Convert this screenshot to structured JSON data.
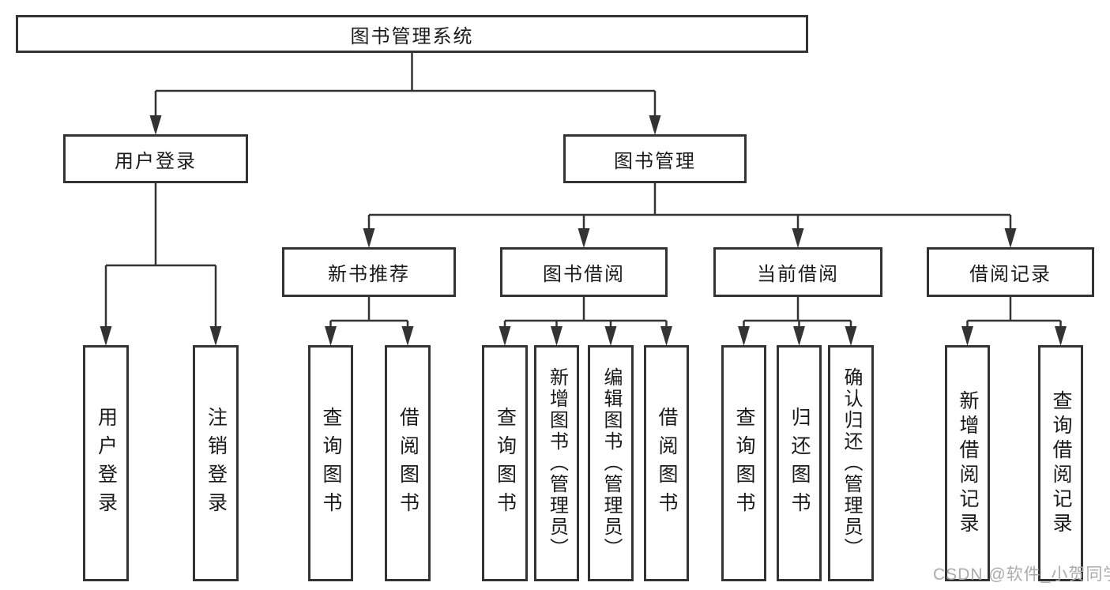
{
  "diagram_title": "图书管理系统",
  "watermark": "CSDN @软件_小贺同学",
  "colors": {
    "line": "#333333",
    "box_border": "#333333",
    "text": "#1a1a1a",
    "watermark": "#ababab",
    "background": "#ffffff"
  },
  "nodes": {
    "root": {
      "label": "图书管理系统"
    },
    "user_login": {
      "label": "用户登录"
    },
    "book_mgmt": {
      "label": "图书管理"
    },
    "new_books": {
      "label": "新书推荐"
    },
    "book_borrow": {
      "label": "图书借阅"
    },
    "current_borrow": {
      "label": "当前借阅"
    },
    "borrow_records": {
      "label": "借阅记录"
    },
    "leaf_user_login": {
      "label": "用户登录"
    },
    "leaf_logout": {
      "label": "注销登录"
    },
    "leaf_query_books_1": {
      "label": "查询图书"
    },
    "leaf_borrow_books_1": {
      "label": "借阅图书"
    },
    "leaf_query_books_2": {
      "label": "查询图书"
    },
    "leaf_add_books": {
      "label": "新增图书（管理员）"
    },
    "leaf_edit_books": {
      "label": "编辑图书（管理员）"
    },
    "leaf_borrow_books_2": {
      "label": "借阅图书"
    },
    "leaf_query_books_3": {
      "label": "查询图书"
    },
    "leaf_return_books": {
      "label": "归还图书"
    },
    "leaf_confirm_return": {
      "label": "确认归还（管理员）"
    },
    "leaf_add_record": {
      "label": "新增借阅记录"
    },
    "leaf_query_record": {
      "label": "查询借阅记录"
    }
  },
  "hierarchy": {
    "root": [
      "user_login",
      "book_mgmt"
    ],
    "user_login": [
      "leaf_user_login",
      "leaf_logout"
    ],
    "book_mgmt": [
      "new_books",
      "book_borrow",
      "current_borrow",
      "borrow_records"
    ],
    "new_books": [
      "leaf_query_books_1",
      "leaf_borrow_books_1"
    ],
    "book_borrow": [
      "leaf_query_books_2",
      "leaf_add_books",
      "leaf_edit_books",
      "leaf_borrow_books_2"
    ],
    "current_borrow": [
      "leaf_query_books_3",
      "leaf_return_books",
      "leaf_confirm_return"
    ],
    "borrow_records": [
      "leaf_add_record",
      "leaf_query_record"
    ]
  }
}
